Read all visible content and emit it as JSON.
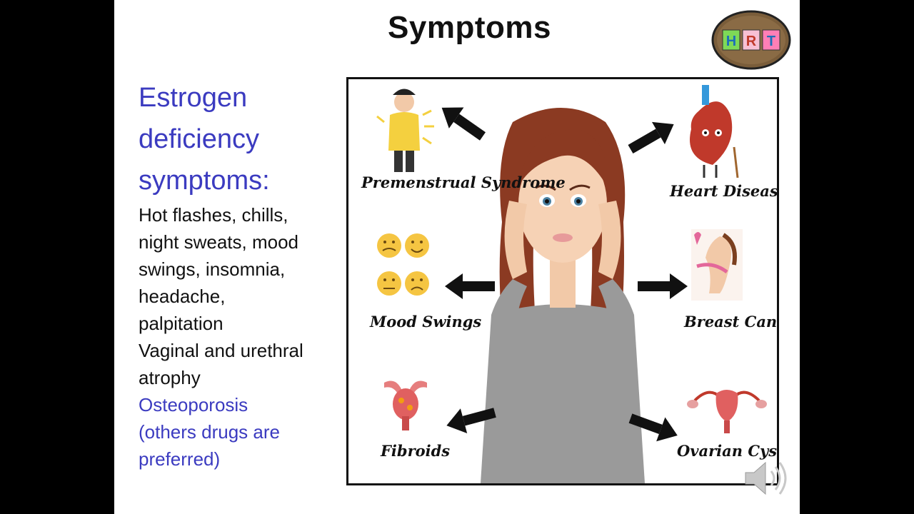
{
  "slide": {
    "title": "Symptoms",
    "logo_letters": [
      "H",
      "R",
      "T"
    ],
    "heading_lines": [
      "Estrogen",
      "deficiency",
      "symptoms:"
    ],
    "body_lines": [
      "Hot flashes, chills,",
      "night sweats, mood",
      "swings, insomnia,",
      "headache,",
      "palpitation",
      "Vaginal and urethral",
      "atrophy"
    ],
    "note_lines": [
      "Osteoporosis",
      "(others drugs are",
      "preferred)"
    ]
  },
  "figure": {
    "labels": {
      "pms": "Premenstrual Syndrome",
      "heart": "Heart Disease",
      "mood": "Mood Swings",
      "breast": "Breast Cancer",
      "fibroids": "Fibroids",
      "ovarian": "Ovarian Cysts"
    },
    "icons": [
      "pms-person-icon",
      "heart-icon",
      "mood-emoji-icon",
      "breast-cancer-icon",
      "uterus-icon",
      "ovaries-icon",
      "woman-headache-icon",
      "speaker-icon"
    ]
  },
  "colors": {
    "heading_blue": "#3b3bc0",
    "logo_h": "#7ed957",
    "logo_r": "#f7a8c4",
    "logo_t": "#ff6fae"
  }
}
